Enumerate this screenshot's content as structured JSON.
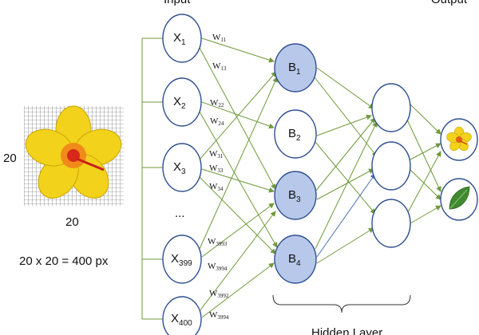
{
  "image": {
    "width_label": "20",
    "height_label": "20",
    "pixel_count_label": "20 x 20 = 400 px"
  },
  "input_nodes": [
    {
      "base": "X",
      "sub": "1"
    },
    {
      "base": "X",
      "sub": "2"
    },
    {
      "base": "X",
      "sub": "3"
    },
    {
      "base": "X",
      "sub": "399"
    },
    {
      "base": "X",
      "sub": "400"
    }
  ],
  "ellipsis": "...",
  "hidden_nodes": [
    {
      "base": "B",
      "sub": "1",
      "highlight": true
    },
    {
      "base": "B",
      "sub": "2",
      "highlight": false
    },
    {
      "base": "B",
      "sub": "3",
      "highlight": true
    },
    {
      "base": "B",
      "sub": "4",
      "highlight": true
    }
  ],
  "weights": [
    {
      "base": "W",
      "sub": "11"
    },
    {
      "base": "W",
      "sub": "13"
    },
    {
      "base": "W",
      "sub": "22"
    },
    {
      "base": "W",
      "sub": "24"
    },
    {
      "base": "W",
      "sub": "31"
    },
    {
      "base": "W",
      "sub": "33"
    },
    {
      "base": "W",
      "sub": "34"
    },
    {
      "base": "W",
      "sub": "3993"
    },
    {
      "base": "W",
      "sub": "3994"
    },
    {
      "base": "W",
      "sub": "3992"
    },
    {
      "base": "W",
      "sub": "3994"
    }
  ],
  "hidden_layer_label": "Hidden Layer",
  "top_labels": {
    "input": "Input",
    "output": "Output"
  },
  "colors": {
    "edge": "#6f9a3a",
    "node_fill_highlight": "#b7c8ea",
    "node_stroke": "#2f4f8f",
    "flower": "#f2d21b",
    "leaf": "#3f8a2e"
  }
}
